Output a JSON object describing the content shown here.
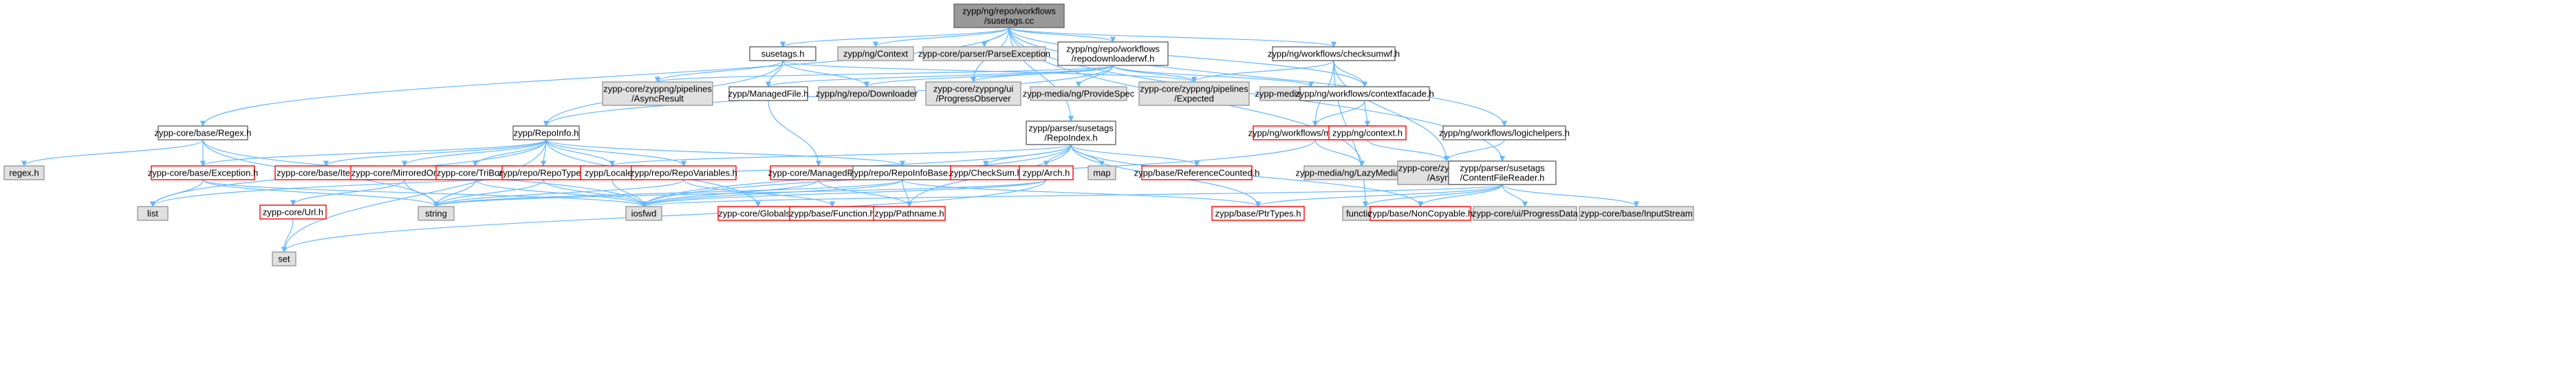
{
  "colors": {
    "edge": "#63b8ff",
    "root_fill": "#999999",
    "grey_fill": "#e0e0e0",
    "red_border": "#ff0000",
    "white_border": "#666666"
  },
  "nodes": [
    {
      "id": "root",
      "style": "root",
      "lines": [
        "zypp/ng/repo/workflows",
        "/susetags.cc"
      ]
    },
    {
      "id": "susetags_h",
      "style": "white",
      "lines": [
        "susetags.h"
      ]
    },
    {
      "id": "context",
      "style": "grey",
      "lines": [
        "zypp/ng/Context"
      ]
    },
    {
      "id": "parseexception",
      "style": "grey",
      "lines": [
        "zypp-core/parser/ParseException"
      ]
    },
    {
      "id": "repodownloaderwf",
      "style": "white",
      "lines": [
        "zypp/ng/repo/workflows",
        "/repodownloaderwf.h"
      ]
    },
    {
      "id": "checksumwf",
      "style": "white",
      "lines": [
        "zypp/ng/workflows/checksumwf.h"
      ]
    },
    {
      "id": "asyncresult",
      "style": "grey",
      "lines": [
        "zypp-core/zyppng/pipelines",
        "/AsyncResult"
      ]
    },
    {
      "id": "managedfile_h",
      "style": "white",
      "lines": [
        "zypp/ManagedFile.h"
      ]
    },
    {
      "id": "downloader",
      "style": "grey",
      "lines": [
        "zypp/ng/repo/Downloader"
      ]
    },
    {
      "id": "progressobserver",
      "style": "grey",
      "lines": [
        "zypp-core/zyppng/ui",
        "/ProgressObserver"
      ]
    },
    {
      "id": "providespec",
      "style": "grey",
      "lines": [
        "zypp-media/ng/ProvideSpec"
      ]
    },
    {
      "id": "expected",
      "style": "grey",
      "lines": [
        "zypp-core/zyppng/pipelines",
        "/Expected"
      ]
    },
    {
      "id": "mediaexception",
      "style": "grey",
      "lines": [
        "zypp-media/MediaException"
      ]
    },
    {
      "id": "contextfacade",
      "style": "white",
      "lines": [
        "zypp/ng/workflows/contextfacade.h"
      ]
    },
    {
      "id": "regex_h",
      "style": "white",
      "lines": [
        "zypp-core/base/Regex.h"
      ]
    },
    {
      "id": "repoinfo_h",
      "style": "white",
      "lines": [
        "zypp/RepoInfo.h"
      ]
    },
    {
      "id": "repoindex_h",
      "style": "white",
      "lines": [
        "zypp/parser/susetags",
        "/RepoIndex.h"
      ]
    },
    {
      "id": "mediafacade",
      "style": "red",
      "lines": [
        "zypp/ng/workflows/mediafacade.h"
      ]
    },
    {
      "id": "ngcontext",
      "style": "red",
      "lines": [
        "zypp/ng/context.h"
      ]
    },
    {
      "id": "logichelpers",
      "style": "white",
      "lines": [
        "zypp/ng/workflows/logichelpers.h"
      ]
    },
    {
      "id": "regex_sys",
      "style": "grey",
      "lines": [
        "regex.h"
      ]
    },
    {
      "id": "exception_h",
      "style": "red",
      "lines": [
        "zypp-core/base/Exception.h"
      ]
    },
    {
      "id": "iterator_h",
      "style": "red",
      "lines": [
        "zypp-core/base/Iterator.h"
      ]
    },
    {
      "id": "mirroredorigin",
      "style": "red",
      "lines": [
        "zypp-core/MirroredOrigin.h"
      ]
    },
    {
      "id": "tribool",
      "style": "red",
      "lines": [
        "zypp-core/TriBool.h"
      ]
    },
    {
      "id": "repotype",
      "style": "red",
      "lines": [
        "zypp/repo/RepoType.h"
      ]
    },
    {
      "id": "locale_h",
      "style": "red",
      "lines": [
        "zypp/Locale.h"
      ]
    },
    {
      "id": "repovariables",
      "style": "red",
      "lines": [
        "zypp/repo/RepoVariables.h"
      ]
    },
    {
      "id": "coremanagedfile",
      "style": "red",
      "lines": [
        "zypp-core/ManagedFile.h"
      ]
    },
    {
      "id": "repoinfobase",
      "style": "white",
      "lines": [
        "zypp/repo/RepoInfoBase.h"
      ]
    },
    {
      "id": "checksum",
      "style": "red",
      "lines": [
        "zypp/CheckSum.h"
      ]
    },
    {
      "id": "arch_h",
      "style": "red",
      "lines": [
        "zypp/Arch.h"
      ]
    },
    {
      "id": "map",
      "style": "grey",
      "lines": [
        "map"
      ]
    },
    {
      "id": "refcounted",
      "style": "red",
      "lines": [
        "zypp/base/ReferenceCounted.h"
      ]
    },
    {
      "id": "lazymediahandle",
      "style": "grey",
      "lines": [
        "zypp-media/ng/LazyMediaHandle"
      ]
    },
    {
      "id": "asyncop",
      "style": "grey",
      "lines": [
        "zypp-core/zyppng/async",
        "/AsyncOp"
      ]
    },
    {
      "id": "contentfilereader",
      "style": "white",
      "lines": [
        "zypp/parser/susetags",
        "/ContentFileReader.h"
      ]
    },
    {
      "id": "list",
      "style": "grey",
      "lines": [
        "list"
      ]
    },
    {
      "id": "url_h",
      "style": "red",
      "lines": [
        "zypp-core/Url.h"
      ]
    },
    {
      "id": "string",
      "style": "grey",
      "lines": [
        "string"
      ]
    },
    {
      "id": "iosfwd",
      "style": "grey",
      "lines": [
        "iosfwd"
      ]
    },
    {
      "id": "globals",
      "style": "red",
      "lines": [
        "zypp-core/Globals.h"
      ]
    },
    {
      "id": "function_h",
      "style": "red",
      "lines": [
        "zypp/base/Function.h"
      ]
    },
    {
      "id": "pathname",
      "style": "red",
      "lines": [
        "zypp/Pathname.h"
      ]
    },
    {
      "id": "ptrtypes",
      "style": "red",
      "lines": [
        "zypp/base/PtrTypes.h"
      ]
    },
    {
      "id": "functional",
      "style": "grey",
      "lines": [
        "functional"
      ]
    },
    {
      "id": "noncopyable",
      "style": "red",
      "lines": [
        "zypp/base/NonCopyable.h"
      ]
    },
    {
      "id": "progressdata",
      "style": "grey",
      "lines": [
        "zypp-core/ui/ProgressData"
      ]
    },
    {
      "id": "inputstream",
      "style": "grey",
      "lines": [
        "zypp-core/base/InputStream"
      ]
    },
    {
      "id": "set",
      "style": "grey",
      "lines": [
        "set"
      ]
    }
  ]
}
